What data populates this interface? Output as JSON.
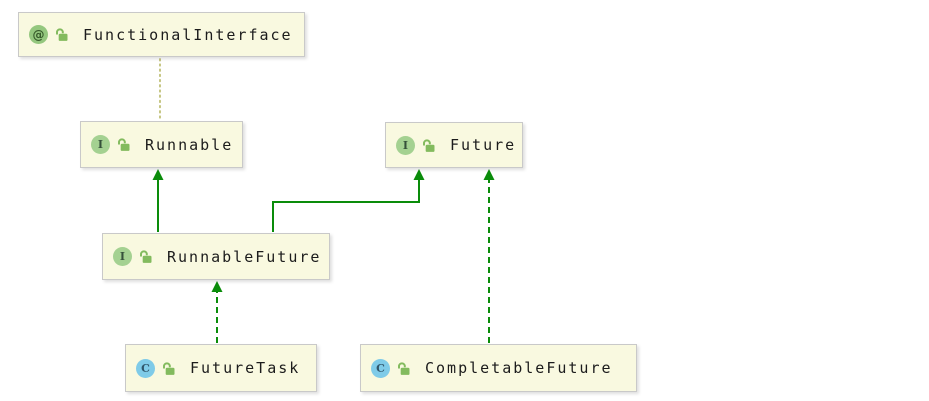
{
  "diagram": {
    "kind": "uml-class-diagram",
    "nodes": [
      {
        "label": "FunctionalInterface",
        "type": "annotation",
        "icon_glyph": "@",
        "visibility": "public"
      },
      {
        "label": "Runnable",
        "type": "interface",
        "icon_glyph": "I",
        "visibility": "public"
      },
      {
        "label": "Future",
        "type": "interface",
        "icon_glyph": "I",
        "visibility": "public"
      },
      {
        "label": "RunnableFuture",
        "type": "interface",
        "icon_glyph": "I",
        "visibility": "public"
      },
      {
        "label": "FutureTask",
        "type": "class",
        "icon_glyph": "C",
        "visibility": "public"
      },
      {
        "label": "CompletableFuture",
        "type": "class",
        "icon_glyph": "C",
        "visibility": "public"
      }
    ],
    "edges": [
      {
        "from": "Runnable",
        "to": "FunctionalInterface",
        "style": "dotted",
        "relation": "annotated-with"
      },
      {
        "from": "RunnableFuture",
        "to": "Runnable",
        "style": "solid-arrow",
        "relation": "extends"
      },
      {
        "from": "RunnableFuture",
        "to": "Future",
        "style": "solid-arrow",
        "relation": "extends"
      },
      {
        "from": "FutureTask",
        "to": "RunnableFuture",
        "style": "dashed-arrow",
        "relation": "implements"
      },
      {
        "from": "CompletableFuture",
        "to": "Future",
        "style": "dashed-arrow",
        "relation": "implements"
      }
    ],
    "colors": {
      "node_fill": "#f9f9e0",
      "node_border": "#c9c9c9",
      "inheritance_green": "#0a8c0a",
      "annotation_dotted": "#bcbc6e",
      "interface_icon_green": "#a4d191",
      "annotation_icon_green": "#94c77e",
      "class_icon_blue": "#7fcbe8",
      "lock_icon_green": "#83bb5e",
      "text_color": "#1c1c1c"
    }
  }
}
